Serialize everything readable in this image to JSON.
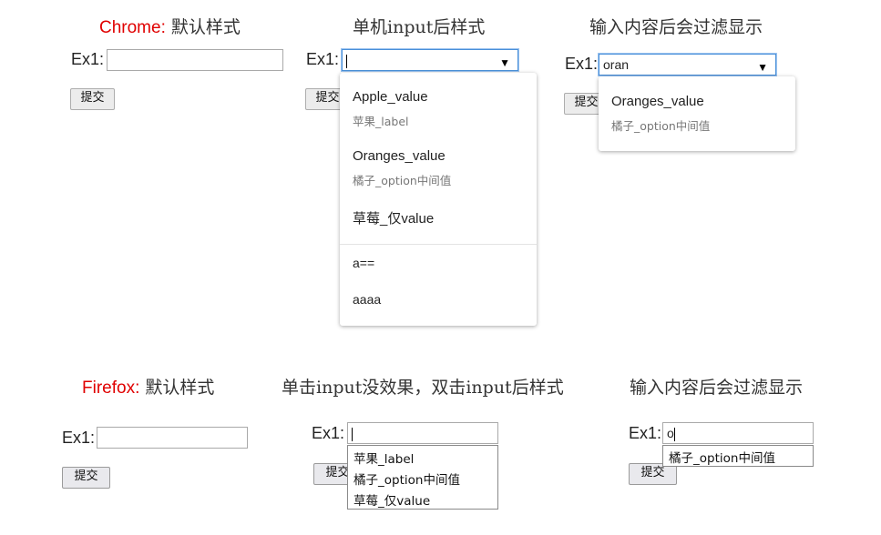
{
  "chrome": {
    "panel1": {
      "title_red": "Chrome:",
      "title_rest": " 默认样式",
      "label": "Ex1:",
      "submit": "提交"
    },
    "panel2": {
      "title": "单机input后样式",
      "label": "Ex1:",
      "submit": "提交",
      "options": [
        {
          "value": "Apple_value",
          "label": "苹果_label"
        },
        {
          "value": "Oranges_value",
          "label": "橘子_option中间值"
        },
        {
          "value": "草莓_仅value"
        }
      ],
      "extra": [
        "a==",
        "aaaa"
      ]
    },
    "panel3": {
      "title": "输入内容后会过滤显示",
      "label": "Ex1:",
      "submit": "提交",
      "input_value": "oran",
      "options": [
        {
          "value": "Oranges_value",
          "label": "橘子_option中间值"
        }
      ]
    }
  },
  "firefox": {
    "panel1": {
      "title_red": "Firefox:",
      "title_rest": " 默认样式",
      "label": "Ex1:",
      "submit": "提交"
    },
    "panel2": {
      "title": "单击input没效果，双击input后样式",
      "label": "Ex1:",
      "submit": "提交",
      "items": [
        "苹果_label",
        "橘子_option中间值",
        "草莓_仅value"
      ]
    },
    "panel3": {
      "title": "输入内容后会过滤显示",
      "label": "Ex1:",
      "submit": "提交",
      "input_value": "o",
      "items": [
        "橘子_option中间值"
      ]
    }
  }
}
